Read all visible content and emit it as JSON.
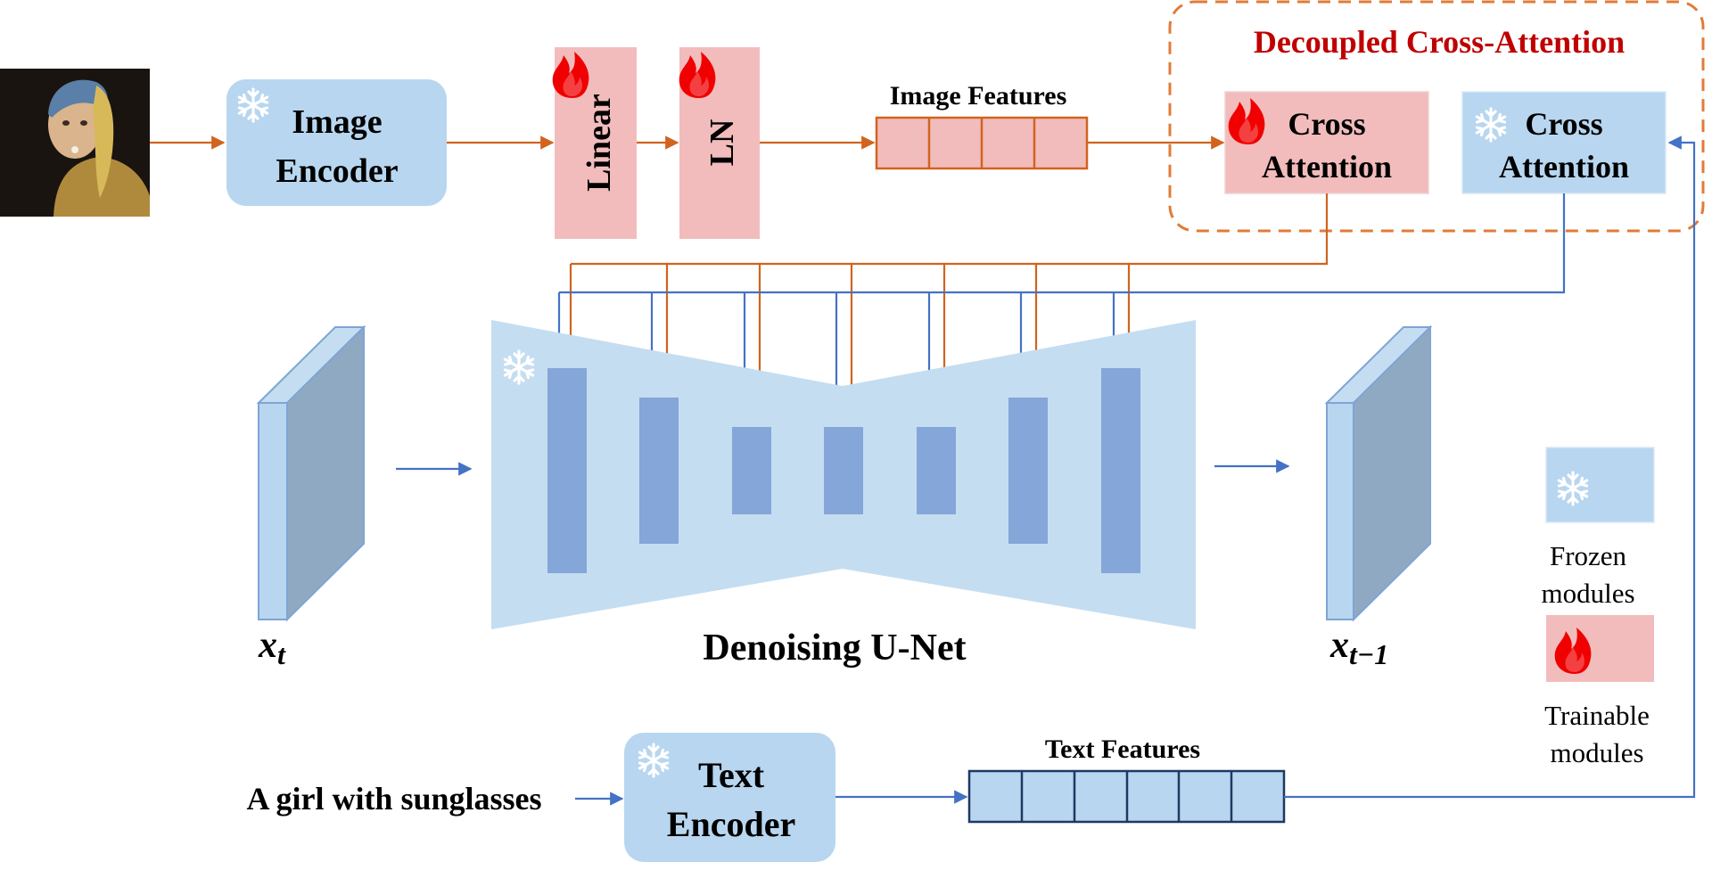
{
  "title": "Decoupled Cross-Attention",
  "image_encoder": {
    "line1": "Image",
    "line2": "Encoder"
  },
  "linear_label": "Linear",
  "ln_label": "LN",
  "image_features_label": "Image Features",
  "cross_attention_trainable": {
    "line1": "Cross",
    "line2": "Attention"
  },
  "cross_attention_frozen": {
    "line1": "Cross",
    "line2": "Attention"
  },
  "unet_label": "Denoising U-Net",
  "xt_label": {
    "base": "x",
    "sub": "t"
  },
  "xt1_label": {
    "base": "x",
    "sub": "t−1"
  },
  "prompt_text": "A girl with sunglasses",
  "text_encoder": {
    "line1": "Text",
    "line2": "Encoder"
  },
  "text_features_label": "Text Features",
  "legend": {
    "frozen": {
      "line1": "Frozen",
      "line2": "modules"
    },
    "trainable": {
      "line1": "Trainable",
      "line2": "modules"
    }
  },
  "icons": {
    "frozen": "snowflake-icon",
    "trainable": "flame-icon"
  },
  "colors": {
    "frozen_fill": "#b8d6ef",
    "trainable_fill": "#f2bcbc",
    "orange_arrow": "#d0641e",
    "blue_arrow": "#4472c4",
    "dash_box": "#e07b39",
    "title_red": "#c00000",
    "unet_block": "#84a6d8",
    "unet_bg": "#c5ddf1"
  }
}
